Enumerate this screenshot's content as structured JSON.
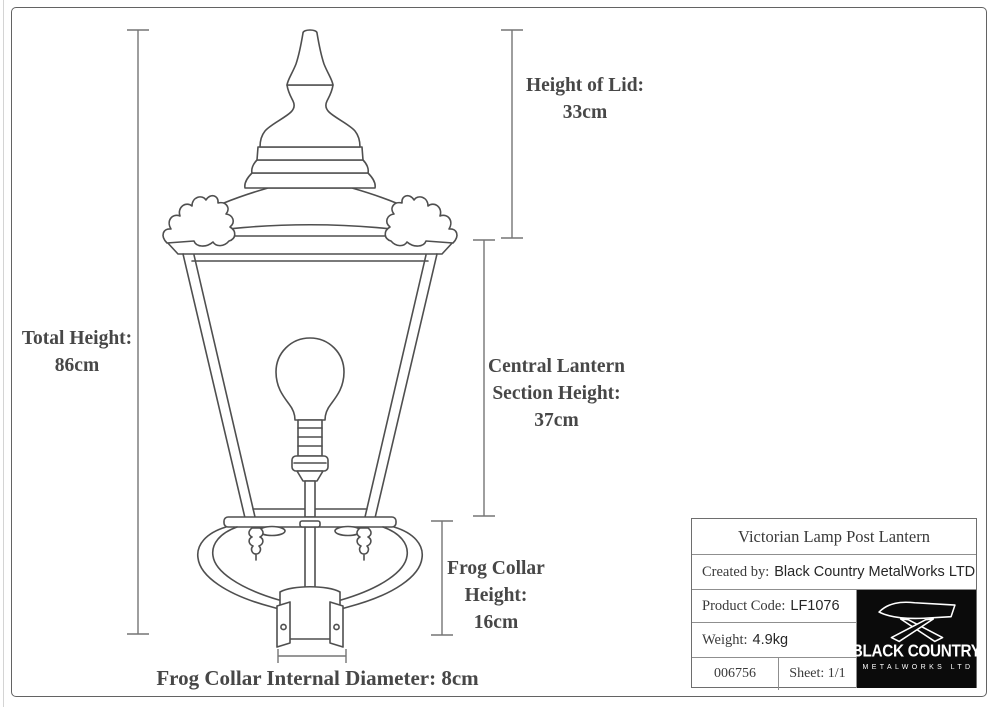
{
  "page": {
    "background": "#ffffff",
    "sheet_border_color": "#636363",
    "drawing_line_color": "#4f4f4f",
    "dimension_line_color": "#757575",
    "label_text_color": "#474747"
  },
  "dimension_labels": {
    "height_of_lid": {
      "lines": [
        "Height of Lid:",
        "33cm"
      ]
    },
    "total_height": {
      "lines": [
        "Total Height:",
        "86cm"
      ]
    },
    "central_section": {
      "lines": [
        "Central Lantern",
        "Section Height:",
        "37cm"
      ]
    },
    "frog_collar_height": {
      "lines": [
        "Frog Collar",
        "Height:",
        "16cm"
      ]
    },
    "frog_collar_diameter": {
      "text": "Frog Collar Internal Diameter: 8cm"
    }
  },
  "title_block": {
    "title": "Victorian Lamp Post Lantern",
    "created_by": {
      "label": "Created by:",
      "value": "Black Country MetalWorks LTD"
    },
    "product_code": {
      "label": "Product Code:",
      "value": "LF1076"
    },
    "weight": {
      "label": "Weight:",
      "value": "4.9kg"
    },
    "drawing_number": "006756",
    "sheet": "Sheet: 1/1",
    "logo": {
      "icon": "anvil-icon",
      "line1": "BLACK COUNTRY",
      "line2": "METALWORKS LTD",
      "background": "#0b0b0b",
      "foreground": "#ffffff"
    }
  }
}
